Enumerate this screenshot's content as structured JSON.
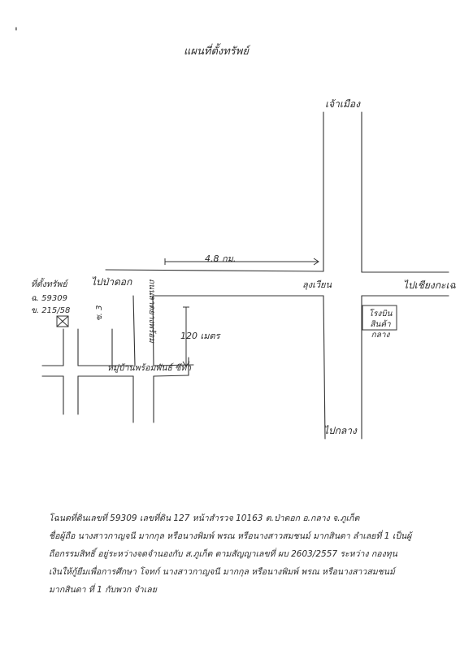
{
  "title": "แผนที่ตั้งทรัพย์",
  "corner_mark": "'",
  "labels": {
    "north": "เจ้าเมือง",
    "distance_main": "4.8 กม.",
    "west": "ไปป่าดอก",
    "junction": "ลุงเวียน",
    "east": "ไปเชียงกะเฉ",
    "south": "ไปกลาง",
    "land_title": "ที่ตั้งทรัพย์",
    "land_deed": "ฉ. 59309",
    "land_plot": "ข. 215/58",
    "distance_side": "120 เมตร",
    "road_vertical": "ซ. 3",
    "road_vertical2": "ถนนลาดยางพร้อม",
    "village_road": "หมู่บ้านพร้อมพันธ์ ซีทา",
    "shop": "โรงบินสินค้ากลาง"
  },
  "description_lines": [
    "โฉนดที่ดินเลขที่ 59309 เลขที่ดิน 127 หน้าสำรวจ 10163 ต.ป่าดอก อ.กลาง จ.ภูเก็ต",
    "ชื่อผู้ถือ นางสาวกาญจนี มากกุล หรือนางพิมพ์ พรณ หรือนางสาวสมชนม์ มากสินดา ลำเลยที่ 1 เป็นผู้",
    "ถือกรรมสิทธิ์ อยู่ระหว่างจดจำนองกับ ส.ภูเก็ต ตามสัญญาเลขที่ ผบ 2603/2557 ระหว่าง กองทุน",
    "เงินให้กู้ยืมเพื่อการศึกษา โจทก์ นางสาวกาญจนี มากกุล หรือนางพิมพ์ พรณ หรือนางสาวสมชนม์",
    "มากสินดา ที่ 1 กับพวก จำเลย"
  ]
}
